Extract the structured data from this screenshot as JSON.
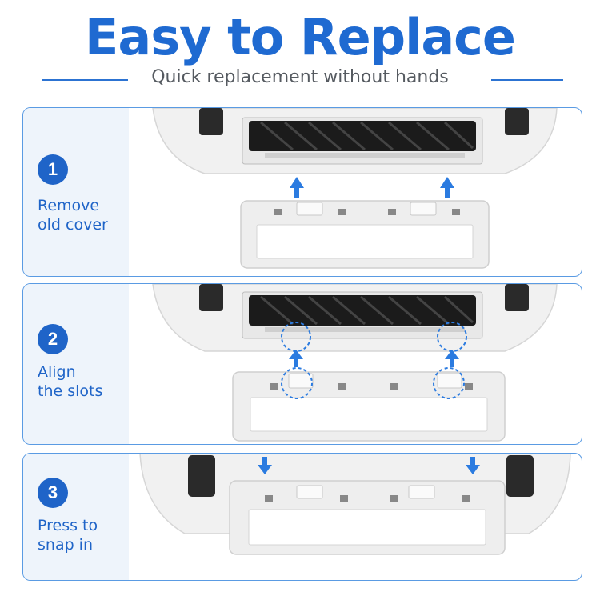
{
  "header": {
    "title": "Easy to Replace",
    "subtitle": "Quick replacement without hands"
  },
  "steps": [
    {
      "number": "1",
      "line1": "Remove",
      "line2": "old cover"
    },
    {
      "number": "2",
      "line1": "Align",
      "line2": "the slots"
    },
    {
      "number": "3",
      "line1": "Press to",
      "line2": "snap in"
    }
  ],
  "colors": {
    "brand_blue": "#1f6ad1",
    "badge_blue": "#1f64c8",
    "card_border": "#5a9be3",
    "arrow_blue": "#2b7be0"
  },
  "icons": {
    "arrow": "arrow-up-icon",
    "press_arrow": "arrow-down-icon",
    "highlight": "dashed-circle-highlight"
  }
}
